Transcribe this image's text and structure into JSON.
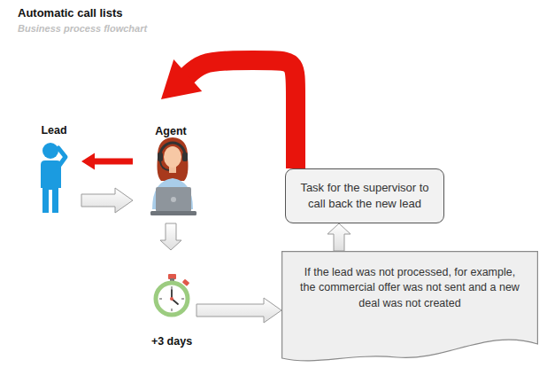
{
  "diagram": {
    "title": "Automatic call lists",
    "nodes": [
      {
        "text": [
          "Lead"
        ]
      },
      {
        "text": [
          "Agent"
        ]
      },
      {
        "text": [
          "+3 days"
        ]
      },
      {
        "text": [
          "If the lead was not processed, for example, the commercial offer was not sent and a new deal was not created"
        ]
      },
      {
        "text": [
          "Task for the supervisor to call back the new lead"
        ]
      }
    ],
    "edges": [
      {
        "from": 1,
        "to": 0,
        "arrow": "to"
      },
      {
        "from": 0,
        "to": 1,
        "arrow": "to"
      },
      {
        "from": 1,
        "to": 2,
        "arrow": "to"
      },
      {
        "from": 2,
        "to": 3,
        "arrow": "to"
      },
      {
        "from": 3,
        "to": 4,
        "arrow": "to"
      },
      {
        "from": 4,
        "to": 1,
        "arrow": "to"
      }
    ],
    "labels": [
      "Business process flowchart"
    ]
  }
}
